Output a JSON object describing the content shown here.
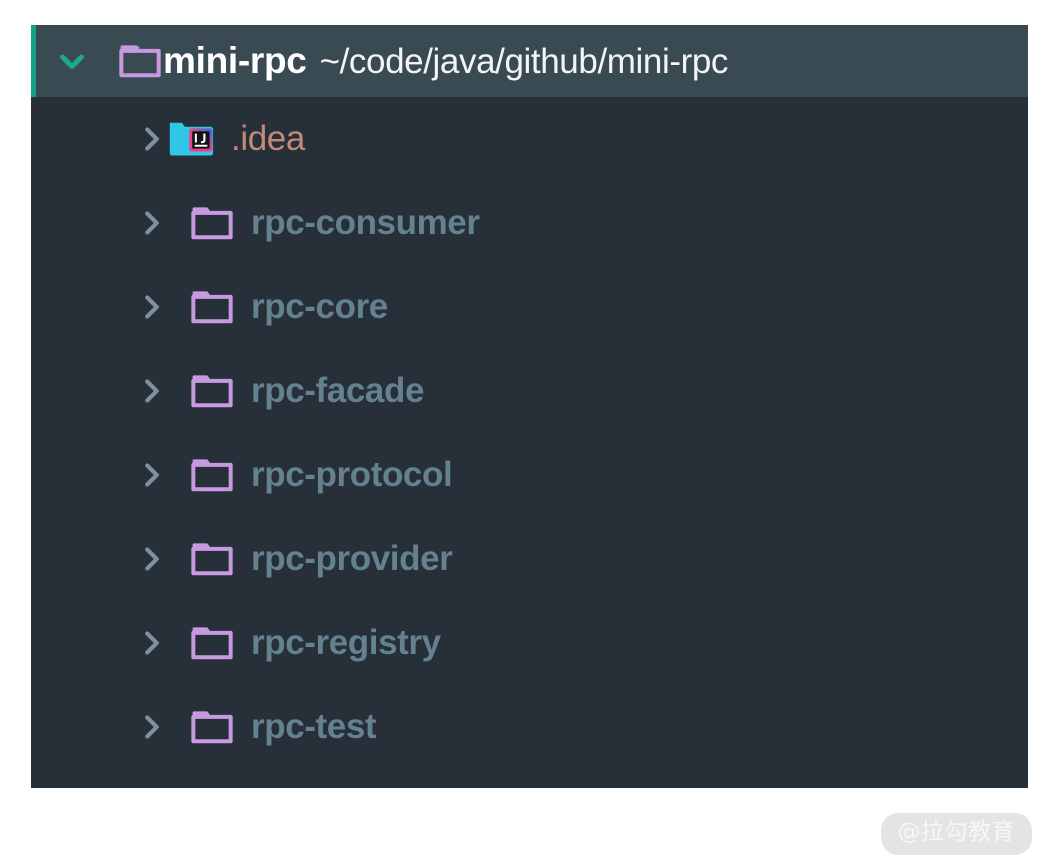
{
  "panel": {
    "name": "project-tree-panel",
    "background_color": "#272f38",
    "header_background_color": "#3a4a52",
    "accent_color": "#15a08c"
  },
  "tree": {
    "root": {
      "name": "mini-rpc",
      "path": "~/code/java/github/mini-rpc",
      "expanded": true,
      "chevron_icon": "chevron-down-icon",
      "folder_icon": "folder-icon",
      "folder_color": "#c79ae0",
      "name_color": "#ffffff",
      "path_color": "#f2f4f5"
    },
    "children": [
      {
        "label": ".idea",
        "expanded": false,
        "chevron_icon": "chevron-right-icon",
        "folder_icon": "intellij-idea-folder-icon",
        "label_color": "#c28a77",
        "folder_color": "#2ec8e6"
      },
      {
        "label": "rpc-consumer",
        "expanded": false,
        "chevron_icon": "chevron-right-icon",
        "folder_icon": "folder-icon",
        "label_color": "#64818f",
        "folder_color": "#c79ae0"
      },
      {
        "label": "rpc-core",
        "expanded": false,
        "chevron_icon": "chevron-right-icon",
        "folder_icon": "folder-icon",
        "label_color": "#64818f",
        "folder_color": "#c79ae0"
      },
      {
        "label": "rpc-facade",
        "expanded": false,
        "chevron_icon": "chevron-right-icon",
        "folder_icon": "folder-icon",
        "label_color": "#64818f",
        "folder_color": "#c79ae0"
      },
      {
        "label": "rpc-protocol",
        "expanded": false,
        "chevron_icon": "chevron-right-icon",
        "folder_icon": "folder-icon",
        "label_color": "#64818f",
        "folder_color": "#c79ae0"
      },
      {
        "label": "rpc-provider",
        "expanded": false,
        "chevron_icon": "chevron-right-icon",
        "folder_icon": "folder-icon",
        "label_color": "#64818f",
        "folder_color": "#c79ae0"
      },
      {
        "label": "rpc-registry",
        "expanded": false,
        "chevron_icon": "chevron-right-icon",
        "folder_icon": "folder-icon",
        "label_color": "#64818f",
        "folder_color": "#c79ae0"
      },
      {
        "label": "rpc-test",
        "expanded": false,
        "chevron_icon": "chevron-right-icon",
        "folder_icon": "folder-icon",
        "label_color": "#64818f",
        "folder_color": "#c79ae0"
      }
    ]
  },
  "watermark": {
    "text": "@拉勾教育"
  }
}
